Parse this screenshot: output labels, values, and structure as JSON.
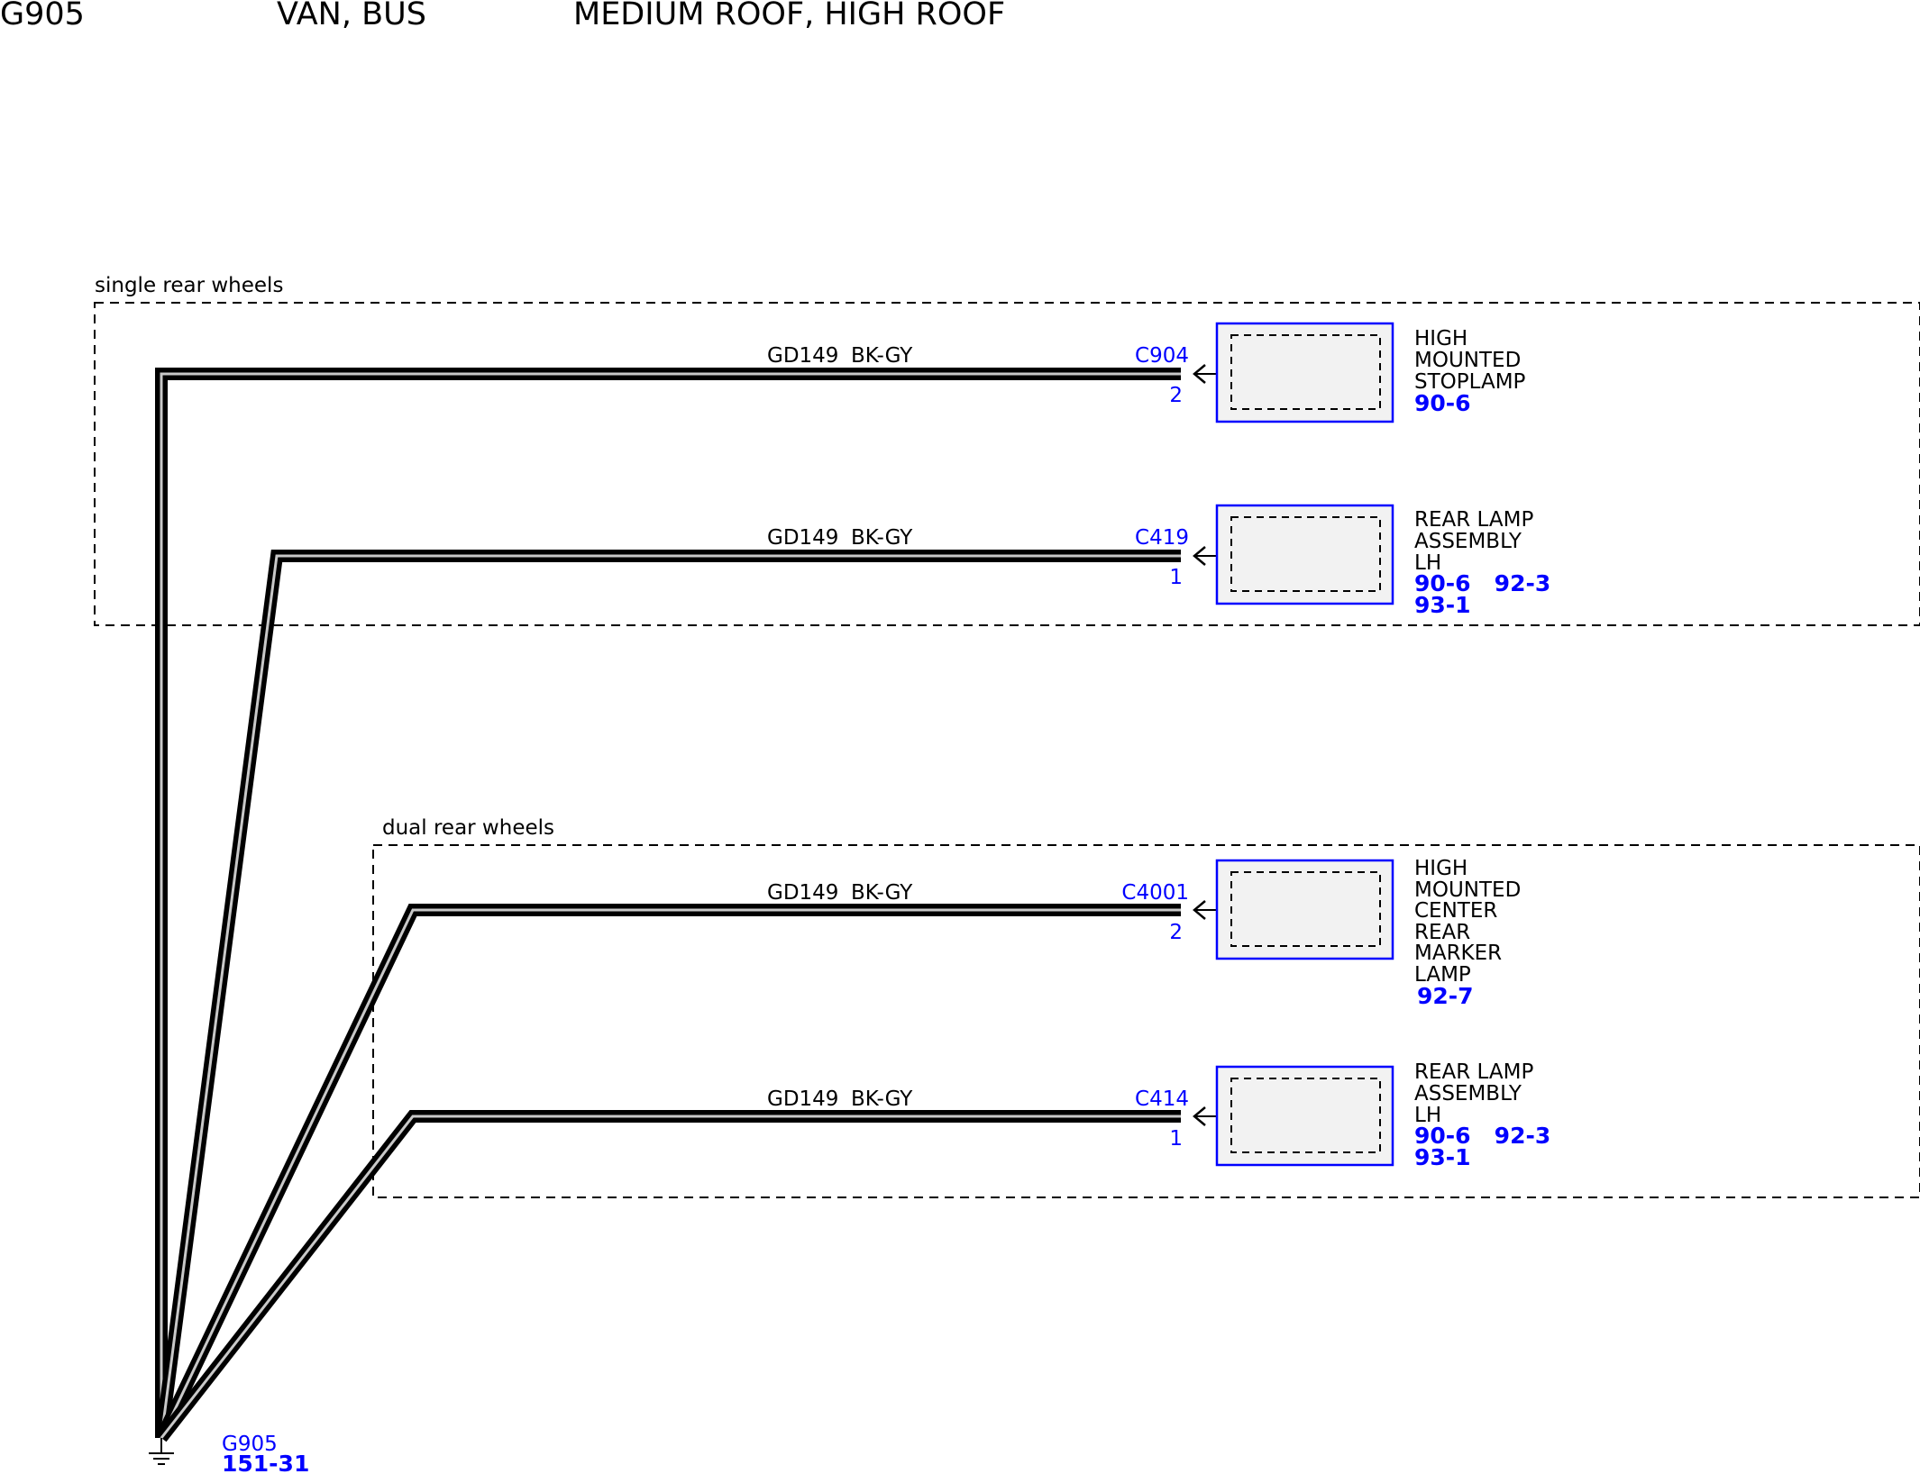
{
  "header": {
    "ground_id": "G905",
    "body_style": "VAN, BUS",
    "roof": "MEDIUM ROOF, HIGH ROOF"
  },
  "regions": [
    {
      "label": "single rear wheels"
    },
    {
      "label": "dual rear wheels"
    }
  ],
  "circuits": [
    {
      "circuit": "GD149",
      "color": "BK-GY",
      "connector": "C904",
      "pin": "2",
      "component_lines": [
        "HIGH",
        "MOUNTED",
        "STOPLAMP"
      ],
      "refs": [
        "90-6"
      ]
    },
    {
      "circuit": "GD149",
      "color": "BK-GY",
      "connector": "C419",
      "pin": "1",
      "component_lines": [
        "REAR LAMP",
        "ASSEMBLY",
        "LH"
      ],
      "refs": [
        "90-6   92-3",
        "93-1"
      ]
    },
    {
      "circuit": "GD149",
      "color": "BK-GY",
      "connector": "C4001",
      "pin": "2",
      "component_lines": [
        "HIGH",
        "MOUNTED",
        "CENTER",
        "REAR",
        "MARKER",
        "LAMP"
      ],
      "refs": [
        "92-7"
      ]
    },
    {
      "circuit": "GD149",
      "color": "BK-GY",
      "connector": "C414",
      "pin": "1",
      "component_lines": [
        "REAR LAMP",
        "ASSEMBLY",
        "LH"
      ],
      "refs": [
        "90-6   92-3",
        "93-1"
      ]
    }
  ],
  "ground": {
    "id": "G905",
    "ref": "151-31"
  },
  "colors": {
    "wire": "#000000",
    "link": "#0000ff",
    "component_fill": "#f2f2f2"
  }
}
